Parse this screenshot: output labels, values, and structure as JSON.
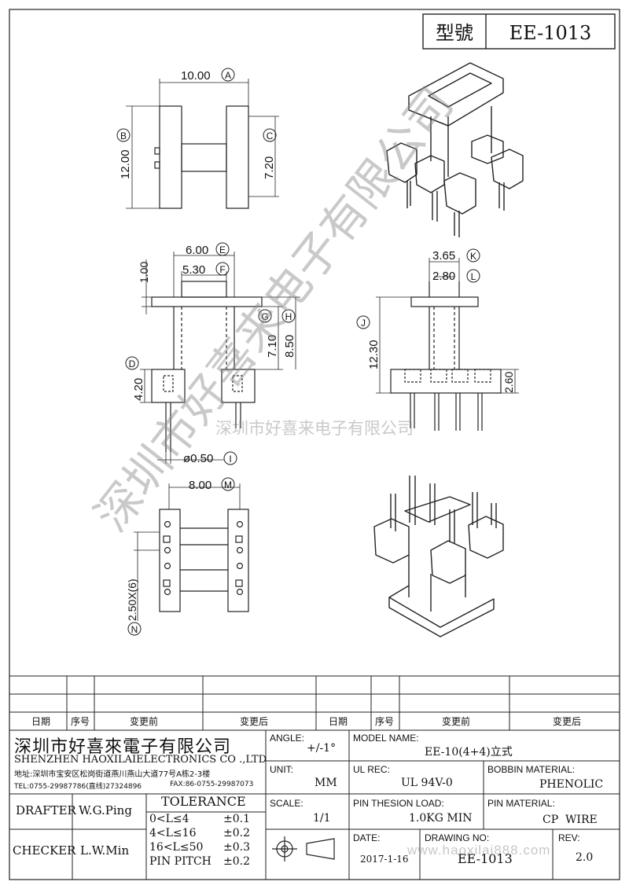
{
  "header": {
    "model_label": "型號",
    "model_value": "EE-1013"
  },
  "dimensions": {
    "A": {
      "value": "10.00",
      "letter": "A"
    },
    "B": {
      "value": "12.00",
      "letter": "B"
    },
    "C": {
      "value": "7.20",
      "letter": "C"
    },
    "D": {
      "value": "4.20",
      "letter": "D"
    },
    "E": {
      "value": "6.00",
      "letter": "E"
    },
    "F": {
      "value": "5.30",
      "letter": "F"
    },
    "G": {
      "value": "7.10",
      "letter": "G"
    },
    "H": {
      "value": "8.50",
      "letter": "H"
    },
    "I": {
      "value": "ø0.50",
      "letter": "I"
    },
    "J": {
      "value": "12.30",
      "letter": "J"
    },
    "K": {
      "value": "3.65",
      "letter": "K"
    },
    "L": {
      "value": "2.80",
      "letter": "L"
    },
    "M": {
      "value": "8.00",
      "letter": "M"
    },
    "N": {
      "value": "2.50X(6)",
      "letter": "N"
    },
    "flange": {
      "value": "1.00"
    },
    "base": {
      "value": "2.60"
    }
  },
  "watermark": {
    "diagonal": "深圳市好喜来电子有限公司",
    "horizontal": "深圳市好喜来电子有限公司"
  },
  "revision_table": {
    "headers": [
      "日期",
      "序号",
      "变更前",
      "变更后",
      "日期",
      "序号",
      "变更前",
      "变更后"
    ]
  },
  "title_block": {
    "company_cn": "深圳市好喜來電子有限公司",
    "company_en": "SHENZHEN HAOXILAIELECTRONICS CO .,LTD",
    "address": "地址:深圳市宝安区松岗街道燕川燕山大道77号A栋2-3楼",
    "tel": "TEL:0755-29987786(直线)27324896",
    "fax": "FAX:86-0755-29987073",
    "drafter_label": "DRAFTER",
    "drafter_name": "W.G.Ping",
    "checker_label": "CHECKER",
    "checker_name": "L.W.Min",
    "tolerance_title": "TOLERANCE",
    "tolerance_rows": [
      {
        "range": "0<L≤4",
        "tol": "±0.1"
      },
      {
        "range": "4<L≤16",
        "tol": "±0.2"
      },
      {
        "range": "16<L≤50",
        "tol": "±0.3"
      },
      {
        "range": "PIN PITCH",
        "tol": "±0.2"
      }
    ],
    "angle_label": "ANGLE:",
    "angle_value": "+/-1°",
    "unit_label": "UNIT:",
    "unit_value": "MM",
    "scale_label": "SCALE:",
    "scale_value": "1/1",
    "model_name_label": "MODEL NAME:",
    "model_name_value": "EE-10(4+4)立式",
    "ul_label": "UL REC:",
    "ul_value": "UL 94V-0",
    "bobbin_label": "BOBBIN MATERIAL:",
    "bobbin_value": "PHENOLIC",
    "pin_load_label": "PIN THESION LOAD:",
    "pin_load_value": "1.0KG MIN",
    "pin_material_label": "PIN MATERIAL:",
    "pin_material_value": "CP  WIRE",
    "date_label": "DATE:",
    "date_value": "2017-1-16",
    "drawing_no_label": "DRAWING NO:",
    "drawing_no_value": "EE-1013",
    "rev_label": "REV:",
    "rev_value": "2.0",
    "url_watermark": "www.haoxilai888.com"
  }
}
